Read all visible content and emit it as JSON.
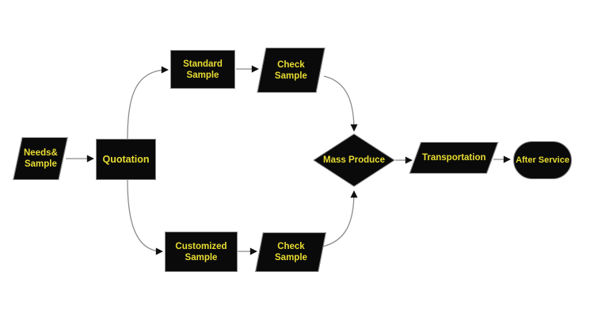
{
  "diagram": {
    "background_color": "#ffffff",
    "node_fill_color": "#0a0a0a",
    "node_border_color": "#8a8a8a",
    "label_color": "#e8dc33",
    "connector_color": "#8c8c8c",
    "arrowhead_color": "#111111",
    "nodes": [
      {
        "id": "needs-sample",
        "shape": "parallelogram",
        "lines": [
          "Needs&",
          "Sample"
        ]
      },
      {
        "id": "quotation",
        "shape": "rectangle",
        "lines": [
          "Quotation"
        ]
      },
      {
        "id": "standard-sample",
        "shape": "rectangle",
        "lines": [
          "Standard",
          "Sample"
        ]
      },
      {
        "id": "check-sample-top",
        "shape": "parallelogram",
        "lines": [
          "Check",
          "Sample"
        ]
      },
      {
        "id": "customized-sample",
        "shape": "rectangle",
        "lines": [
          "Customized",
          "Sample"
        ]
      },
      {
        "id": "check-sample-bottom",
        "shape": "parallelogram",
        "lines": [
          "Check",
          "Sample"
        ]
      },
      {
        "id": "mass-produce",
        "shape": "diamond",
        "lines": [
          "Mass Produce"
        ]
      },
      {
        "id": "transportation",
        "shape": "parallelogram",
        "lines": [
          "Transportation"
        ]
      },
      {
        "id": "after-service",
        "shape": "stadium",
        "lines": [
          "After Service"
        ]
      }
    ],
    "edges": [
      {
        "from": "needs-sample",
        "to": "quotation"
      },
      {
        "from": "quotation",
        "to": "standard-sample"
      },
      {
        "from": "quotation",
        "to": "customized-sample"
      },
      {
        "from": "standard-sample",
        "to": "check-sample-top"
      },
      {
        "from": "customized-sample",
        "to": "check-sample-bottom"
      },
      {
        "from": "check-sample-top",
        "to": "mass-produce"
      },
      {
        "from": "check-sample-bottom",
        "to": "mass-produce"
      },
      {
        "from": "mass-produce",
        "to": "transportation"
      },
      {
        "from": "transportation",
        "to": "after-service"
      }
    ]
  }
}
